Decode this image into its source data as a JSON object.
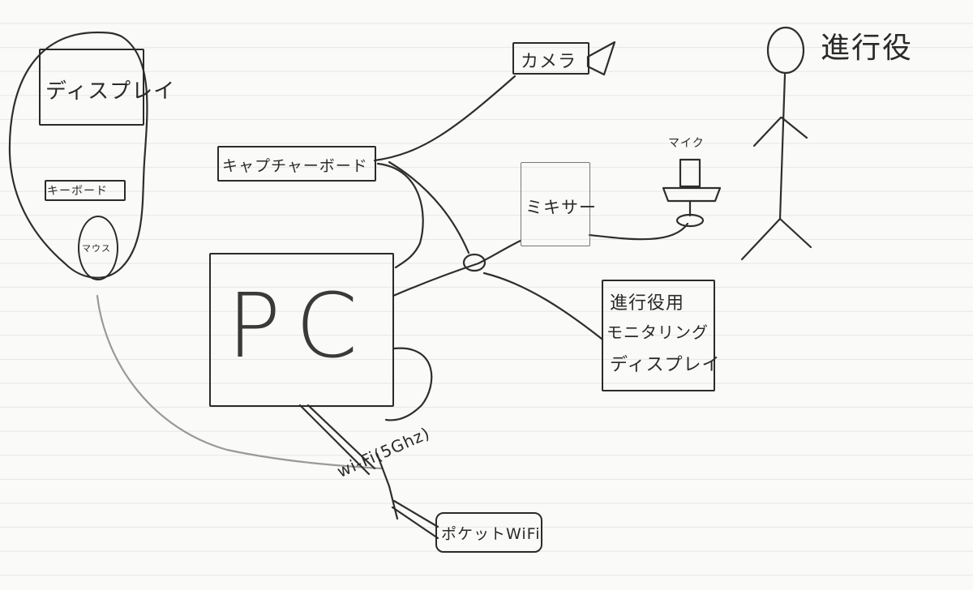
{
  "diagram": {
    "labels": {
      "display": "ディスプレイ",
      "keyboard": "キーボード",
      "mouse": "マウス",
      "camera": "カメラ",
      "capture_board": "キャプチャーボード",
      "mixer": "ミキサー",
      "mic": "マイク",
      "presenter": "進行役",
      "pc": "PC",
      "monitor_line1": "進行役用",
      "monitor_line2": "モニタリング",
      "monitor_line3": "ディスプレイ",
      "wifi": "wi-Fi(5Ghz)",
      "pocket_wifi": "ポケットWiFi"
    }
  }
}
